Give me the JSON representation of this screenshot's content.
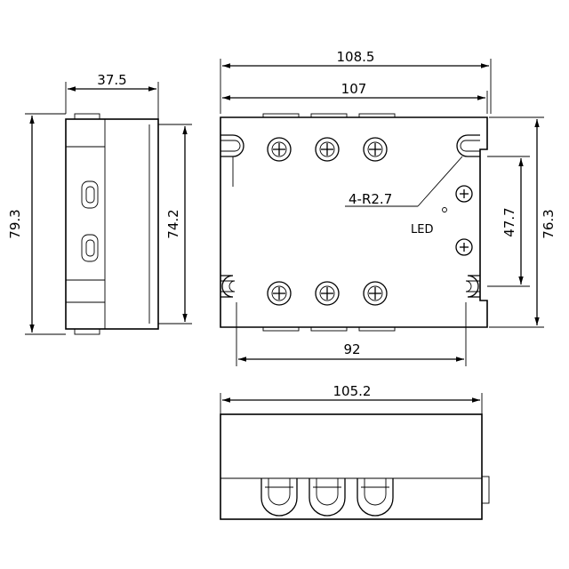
{
  "dimensions": {
    "side_width": "37.5",
    "side_height_outer": "79.3",
    "side_height_inner": "74.2",
    "overall_width": "108.5",
    "body_width": "107",
    "mount_spacing": "92",
    "overall_height": "76.3",
    "led_spacing": "47.7",
    "bottom_width": "105.2"
  },
  "labels": {
    "hole_radius": "4-R2.7",
    "led": "LED"
  },
  "colors": {
    "line": "#000000",
    "background": "#ffffff"
  }
}
